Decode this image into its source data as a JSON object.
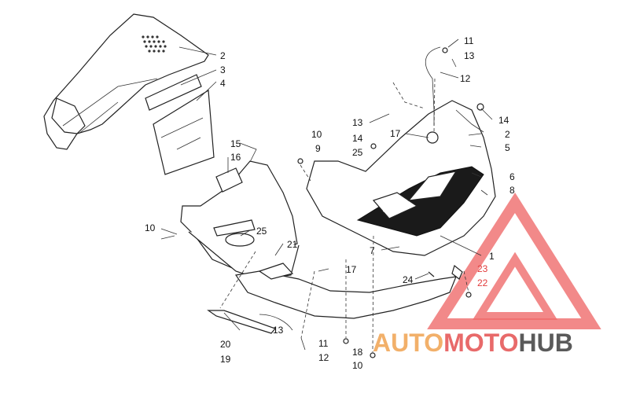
{
  "labels": [
    {
      "text": "2",
      "color": "#111111"
    },
    {
      "text": "3",
      "color": "#111111"
    },
    {
      "text": "4",
      "color": "#111111"
    },
    {
      "text": "11",
      "color": "#111111"
    },
    {
      "text": "13",
      "color": "#111111"
    },
    {
      "text": "12",
      "color": "#111111"
    },
    {
      "text": "13",
      "color": "#111111"
    },
    {
      "text": "14",
      "color": "#111111"
    },
    {
      "text": "17",
      "color": "#111111"
    },
    {
      "text": "2",
      "color": "#111111"
    },
    {
      "text": "5",
      "color": "#111111"
    },
    {
      "text": "10",
      "color": "#111111"
    },
    {
      "text": "9",
      "color": "#111111"
    },
    {
      "text": "14",
      "color": "#111111"
    },
    {
      "text": "25",
      "color": "#111111"
    },
    {
      "text": "6",
      "color": "#111111"
    },
    {
      "text": "8",
      "color": "#111111"
    },
    {
      "text": "15",
      "color": "#111111"
    },
    {
      "text": "16",
      "color": "#111111"
    },
    {
      "text": "10",
      "color": "#111111"
    },
    {
      "text": "25",
      "color": "#111111"
    },
    {
      "text": "21",
      "color": "#111111"
    },
    {
      "text": "7",
      "color": "#111111"
    },
    {
      "text": "1",
      "color": "#111111"
    },
    {
      "text": "17",
      "color": "#111111"
    },
    {
      "text": "23",
      "color": "#e23b3b"
    },
    {
      "text": "24",
      "color": "#111111"
    },
    {
      "text": "22",
      "color": "#e23b3b"
    },
    {
      "text": "13",
      "color": "#111111"
    },
    {
      "text": "11",
      "color": "#111111"
    },
    {
      "text": "20",
      "color": "#111111"
    },
    {
      "text": "18",
      "color": "#111111"
    },
    {
      "text": "19",
      "color": "#111111"
    },
    {
      "text": "12",
      "color": "#111111"
    },
    {
      "text": "10",
      "color": "#111111"
    }
  ],
  "watermark": {
    "part1": "AUTO",
    "part2": "MOTO",
    "part3": "HUB",
    "color1": "#f2b06a",
    "color2": "#e86a6a",
    "color3": "#5a5a5a",
    "triangle_color": "#ef6b6b"
  }
}
